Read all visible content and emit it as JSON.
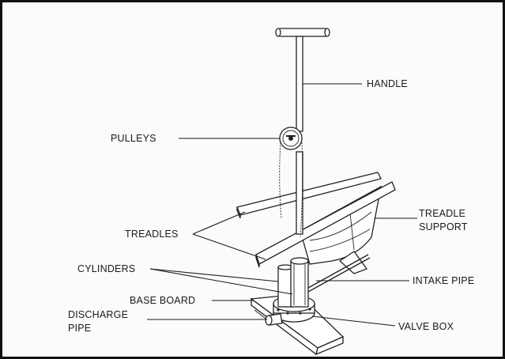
{
  "labels": {
    "handle": "HANDLE",
    "pulleys": "PULLEYS",
    "treadles": "TREADLES",
    "treadle_support_1": "TREADLE",
    "treadle_support_2": "SUPPORT",
    "cylinders": "CYLINDERS",
    "intake_pipe": "INTAKE PIPE",
    "base_board": "BASE BOARD",
    "discharge_pipe_1": "DISCHARGE",
    "discharge_pipe_2": "PIPE",
    "valve_box": "VALVE BOX"
  },
  "colors": {
    "border": "#111111",
    "ink": "#1a1a1a",
    "paper": "#fbfbfa"
  }
}
